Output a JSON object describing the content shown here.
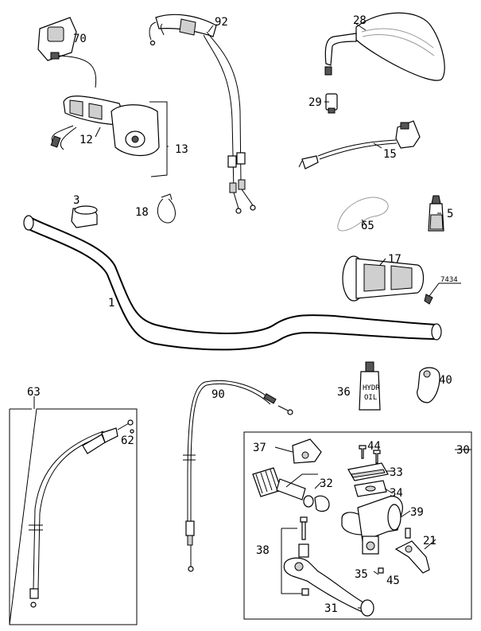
{
  "callouts": [
    {
      "id": "n1",
      "text": "1"
    },
    {
      "id": "n3",
      "text": "3"
    },
    {
      "id": "n5",
      "text": "5"
    },
    {
      "id": "n12",
      "text": "12"
    },
    {
      "id": "n13",
      "text": "13"
    },
    {
      "id": "n15",
      "text": "15"
    },
    {
      "id": "n17",
      "text": "17"
    },
    {
      "id": "n18",
      "text": "18"
    },
    {
      "id": "n21",
      "text": "21"
    },
    {
      "id": "n28",
      "text": "28"
    },
    {
      "id": "n29",
      "text": "29"
    },
    {
      "id": "n30",
      "text": "30"
    },
    {
      "id": "n31",
      "text": "31"
    },
    {
      "id": "n32",
      "text": "32"
    },
    {
      "id": "n33",
      "text": "33"
    },
    {
      "id": "n34",
      "text": "34"
    },
    {
      "id": "n35",
      "text": "35"
    },
    {
      "id": "n36",
      "text": "36"
    },
    {
      "id": "n37",
      "text": "37"
    },
    {
      "id": "n38",
      "text": "38"
    },
    {
      "id": "n39",
      "text": "39"
    },
    {
      "id": "n40",
      "text": "40"
    },
    {
      "id": "n44",
      "text": "44"
    },
    {
      "id": "n45",
      "text": "45"
    },
    {
      "id": "n62",
      "text": "62"
    },
    {
      "id": "n63",
      "text": "63"
    },
    {
      "id": "n65",
      "text": "65"
    },
    {
      "id": "n70",
      "text": "70"
    },
    {
      "id": "n90",
      "text": "90"
    },
    {
      "id": "n92",
      "text": "92"
    }
  ],
  "ref_number": "7434",
  "bottle_label_line1": "HYDR",
  "bottle_label_line2": "OIL"
}
